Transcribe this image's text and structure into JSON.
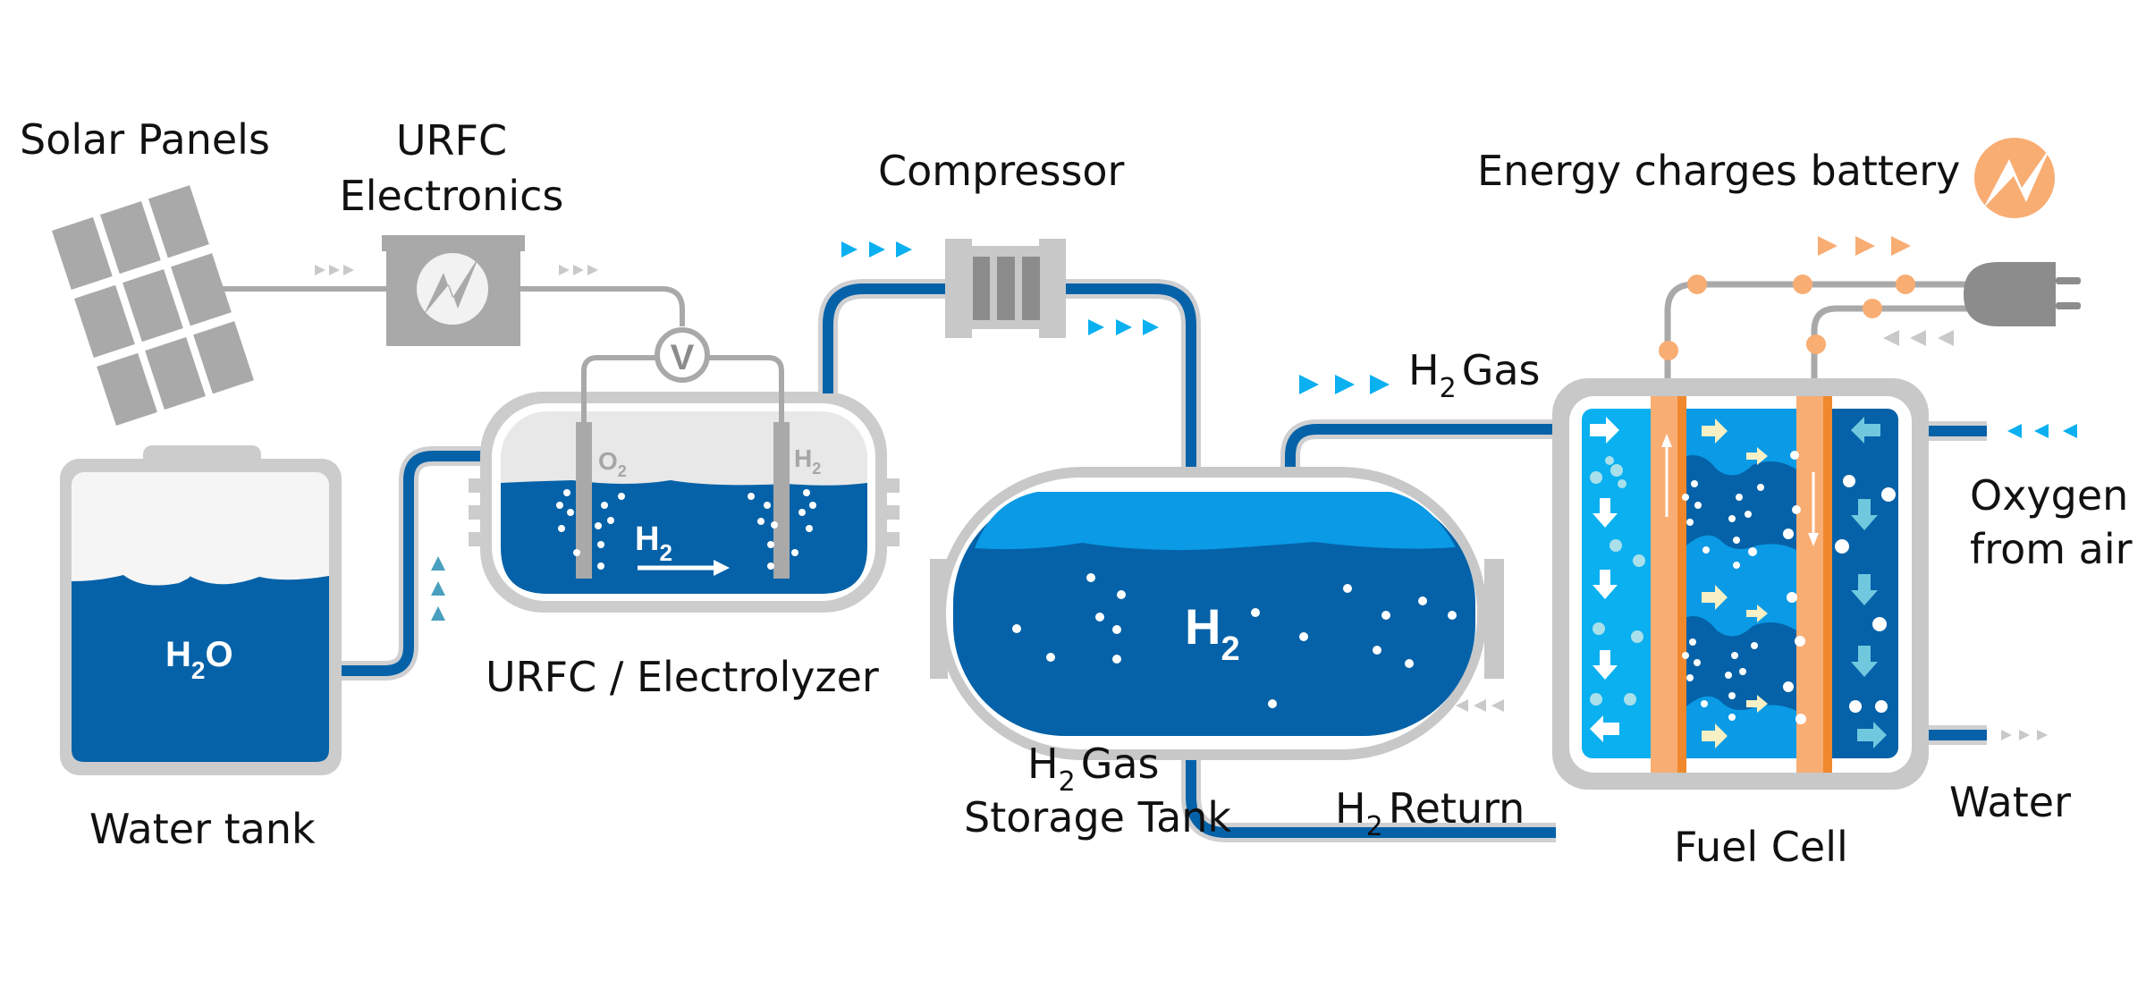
{
  "title": "URFC hydrogen energy storage cycle",
  "colors": {
    "water_blue": "#0562a8",
    "light_blue": "#0a9ae6",
    "sky_blue": "#0ab0f0",
    "pipe_grey": "#d0d0d2",
    "frame_grey": "#c8c8c8",
    "device_grey": "#a9a9a9",
    "dark_grey": "#8c8c8c",
    "orange": "#f8ad73",
    "dark_orange": "#f0892e",
    "cream": "#f6f0c4",
    "teal": "#4a9fbf"
  },
  "components": {
    "solar_panels": {
      "label": "Solar Panels"
    },
    "electronics": {
      "label_line1": "URFC",
      "label_line2": "Electronics",
      "icon": "lightning-icon"
    },
    "voltmeter": {
      "symbol": "V"
    },
    "electrolyzer": {
      "label": "URFC / Electrolyzer",
      "left_gas": "O",
      "left_gas_sub": "2",
      "right_gas": "H",
      "right_gas_sub": "2",
      "flow_text": "H",
      "flow_text_sub": "2"
    },
    "water_tank": {
      "label": "Water tank",
      "content": "H",
      "content_sub": "2",
      "content_tail": "O"
    },
    "compressor": {
      "label": "Compressor"
    },
    "storage_tank": {
      "label_line1_pre": "H",
      "label_line1_sub": "2",
      "label_line1_post": "Gas",
      "label_line2": "Storage Tank",
      "content": "H",
      "content_sub": "2"
    },
    "h2_gas_line": {
      "pre": "H",
      "sub": "2",
      "post": "Gas"
    },
    "h2_return_line": {
      "pre": "H",
      "sub": "2",
      "post": "Return"
    },
    "fuel_cell": {
      "label": "Fuel Cell"
    },
    "battery": {
      "label": "Energy charges battery",
      "icon": "lightning-icon",
      "plug_icon": "plug-icon"
    },
    "oxygen": {
      "label_line1": "Oxygen",
      "label_line2": "from air"
    },
    "water_out": {
      "label": "Water"
    }
  }
}
